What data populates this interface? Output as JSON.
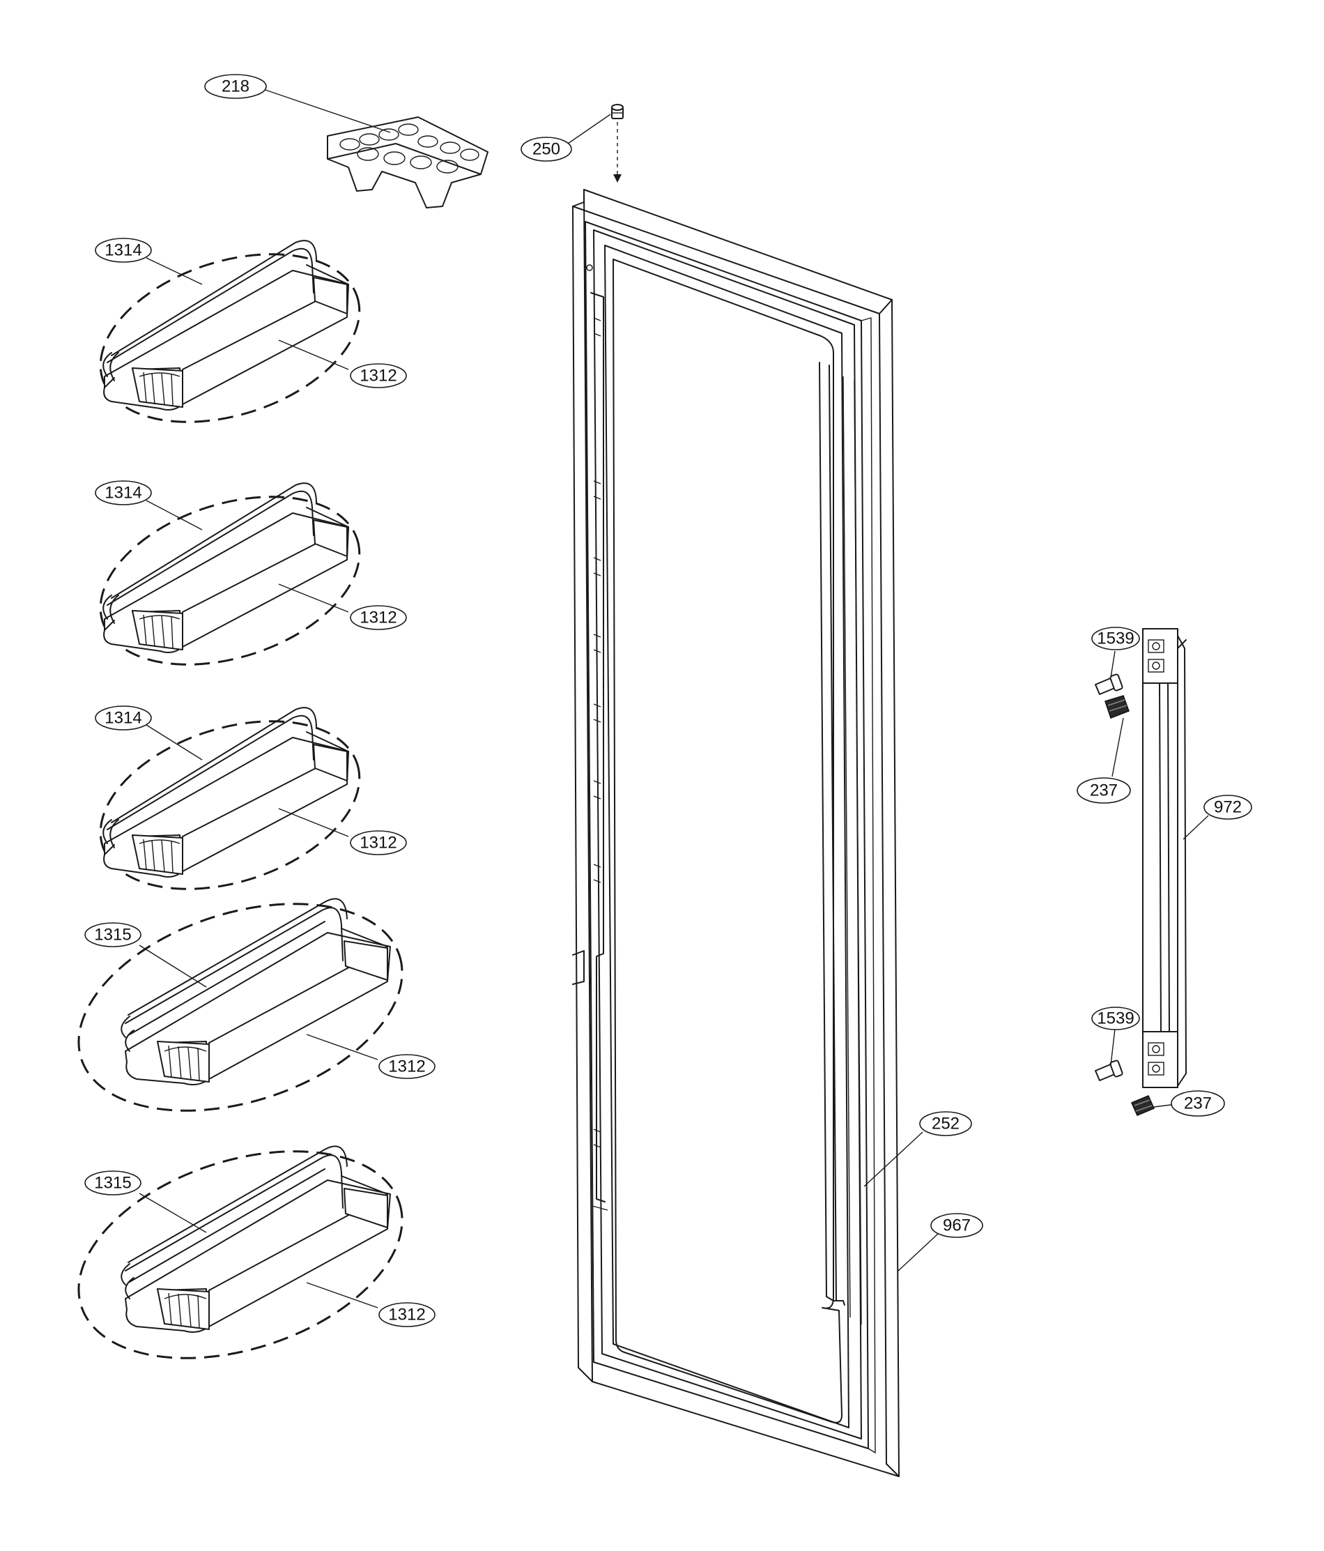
{
  "callouts": {
    "c218": "218",
    "c250": "250",
    "c1314a": "1314",
    "c1312a": "1312",
    "c1314b": "1314",
    "c1312b": "1312",
    "c1314c": "1314",
    "c1312c": "1312",
    "c1315a": "1315",
    "c1312d": "1312",
    "c1315b": "1315",
    "c1312e": "1312",
    "c1539a": "1539",
    "c237a": "237",
    "c972": "972",
    "c1539b": "1539",
    "c237b": "237",
    "c252": "252",
    "c967": "967"
  }
}
